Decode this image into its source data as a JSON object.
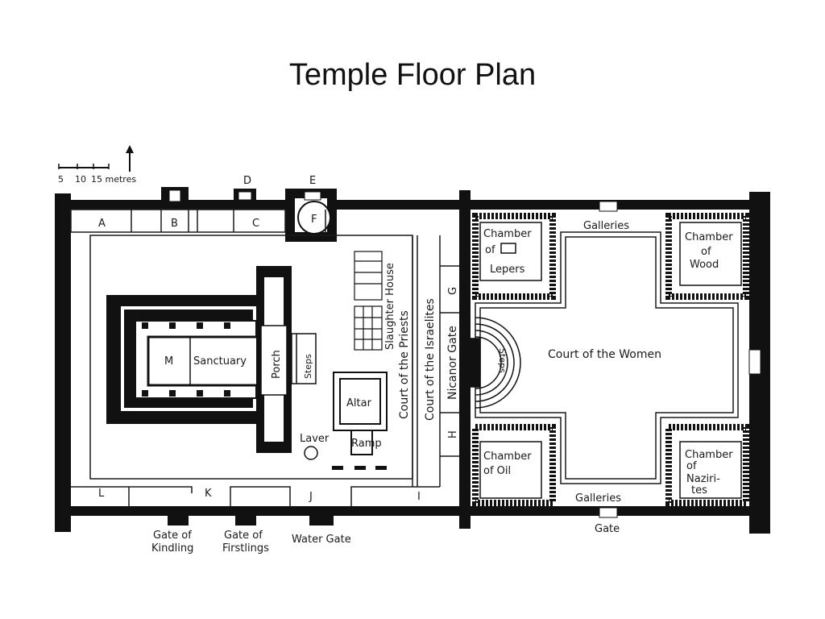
{
  "title": "Temple Floor Plan",
  "scale": {
    "ticks": [
      "5",
      "10",
      "15 metres"
    ]
  },
  "gates_top": [
    "D",
    "E"
  ],
  "chambers_letters": [
    "A",
    "B",
    "C",
    "F"
  ],
  "bottom_letters": [
    "L",
    "K",
    "J",
    "I"
  ],
  "side_letters": [
    "G",
    "H"
  ],
  "rooms": {
    "m": "M",
    "sanctuary": "Sanctuary",
    "porch": "Porch",
    "steps_inner": "Steps",
    "slaughter_house": "Slaughter House",
    "altar": "Altar",
    "ramp": "Ramp",
    "laver": "Laver",
    "court_priests": "Court of the Priests",
    "court_israelites": "Court of the Israelites",
    "nicanor_gate": "Nicanor Gate",
    "steps_outer": "Steps",
    "court_women": "Court of the Women",
    "galleries_top": "Galleries",
    "galleries_bottom": "Galleries",
    "chamber_lepers": [
      "Chamber",
      "of",
      "Lepers"
    ],
    "chamber_wood": [
      "Chamber",
      "of",
      "Wood"
    ],
    "chamber_oil": [
      "Chamber",
      "of Oil"
    ],
    "chamber_nazirites": [
      "Chamber",
      "of",
      "Naziri-",
      "tes"
    ]
  },
  "gates_bottom": {
    "kindling": [
      "Gate of",
      "Kindling"
    ],
    "firstlings": [
      "Gate of",
      "Firstlings"
    ],
    "water": "Water Gate",
    "women_gate": "Gate"
  },
  "colors": {
    "wall": "#111111",
    "line": "#1a1a1a",
    "background": "#ffffff"
  }
}
